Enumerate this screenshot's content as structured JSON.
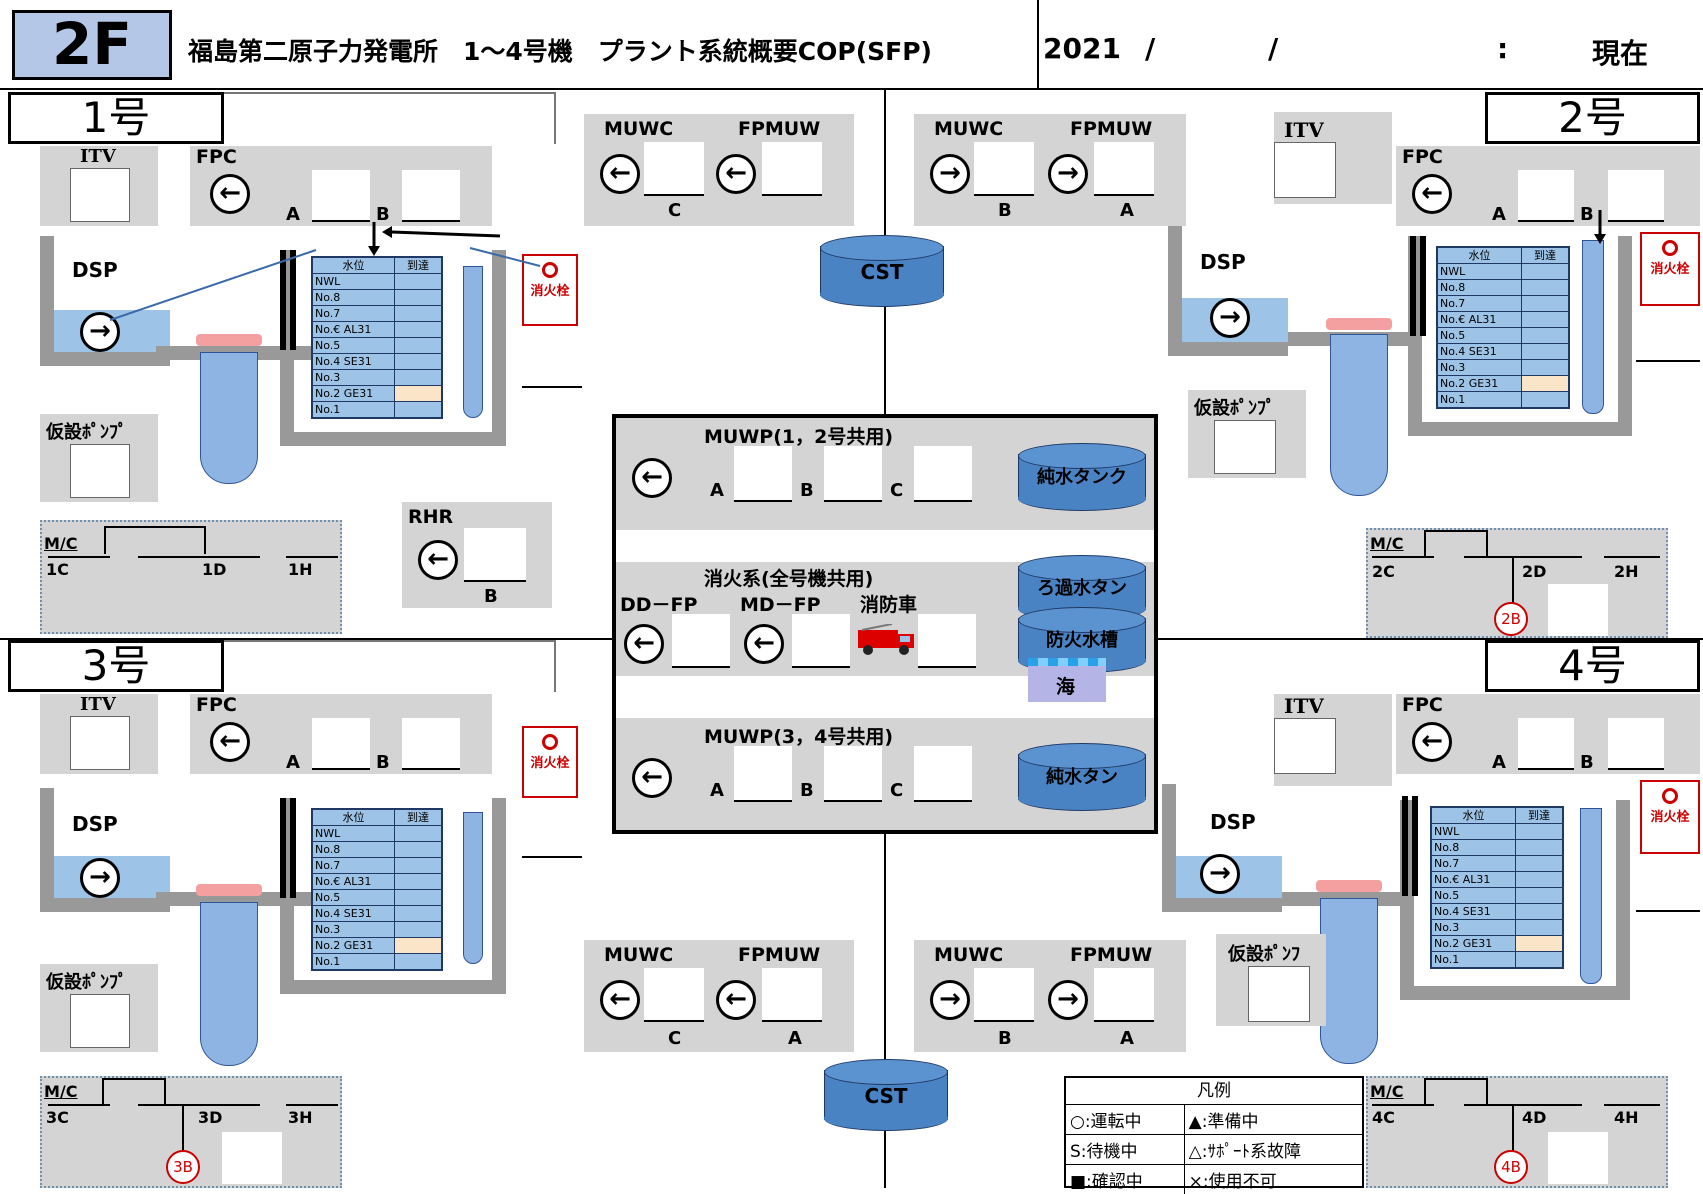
{
  "header": {
    "code": "2F",
    "title": "福島第二原子力発電所　1～4号機　プラント系統概要COP(SFP)",
    "year": "2021",
    "sep1": "/",
    "sep2": "/",
    "colon": ":",
    "now": "現在"
  },
  "units": {
    "u1": "1号",
    "u2": "2号",
    "u3": "3号",
    "u4": "4号"
  },
  "labels": {
    "itv": "ITV",
    "fpc": "FPC",
    "dsp": "DSP",
    "a": "A",
    "b": "B",
    "c": "C",
    "temp_pump": "仮設ﾎﾟﾝﾌﾟ",
    "rhr": "RHR",
    "mc": "M/C",
    "muwc": "MUWC",
    "fpmuw": "FPMUW",
    "cst": "CST",
    "hydrant": "消火栓",
    "temp_pump_trunc": "仮設ﾎﾟﾝﾌ"
  },
  "water_level": {
    "header_level": "水位",
    "header_reach": "到達",
    "rows": [
      "NWL",
      "No.8",
      "No.7",
      "No.€ AL31",
      "No.5",
      "No.4 SE31",
      "No.3",
      "No.2 GE31",
      "No.1"
    ]
  },
  "mc_buses": {
    "u1": [
      "1C",
      "1D",
      "1H"
    ],
    "u2": [
      "2C",
      "2D",
      "2H"
    ],
    "u3": [
      "3C",
      "3D",
      "3H"
    ],
    "u4": [
      "4C",
      "4D",
      "4H"
    ],
    "u2_diesel": "2B",
    "u3_diesel": "3B",
    "u4_diesel": "4B"
  },
  "center": {
    "muwp12": "MUWP(1，2号共用)",
    "pure_tank_1": "純水タンク",
    "fire_system": "消火系(全号機共用)",
    "dd_fp": "DD－FP",
    "md_fp": "MD－FP",
    "fire_truck": "消防車",
    "filter_tank": "ろ過水タン",
    "fire_cistern": "防火水槽",
    "sea": "海",
    "muwp34": "MUWP(3，4号共用)",
    "pure_tank_2": "純水タン"
  },
  "legend": {
    "title": "凡例",
    "items": [
      [
        "○:運転中",
        "▲:準備中"
      ],
      [
        "S:待機中",
        "△:ｻﾎﾟｰﾄ系故障"
      ],
      [
        "■:確認中",
        "×:使用不可"
      ]
    ]
  },
  "colors": {
    "pool_blue": "#9dc3e6",
    "tank_blue": "#4a83c4",
    "panel_gray": "#d4d4d4",
    "alert_red": "#c00000"
  }
}
